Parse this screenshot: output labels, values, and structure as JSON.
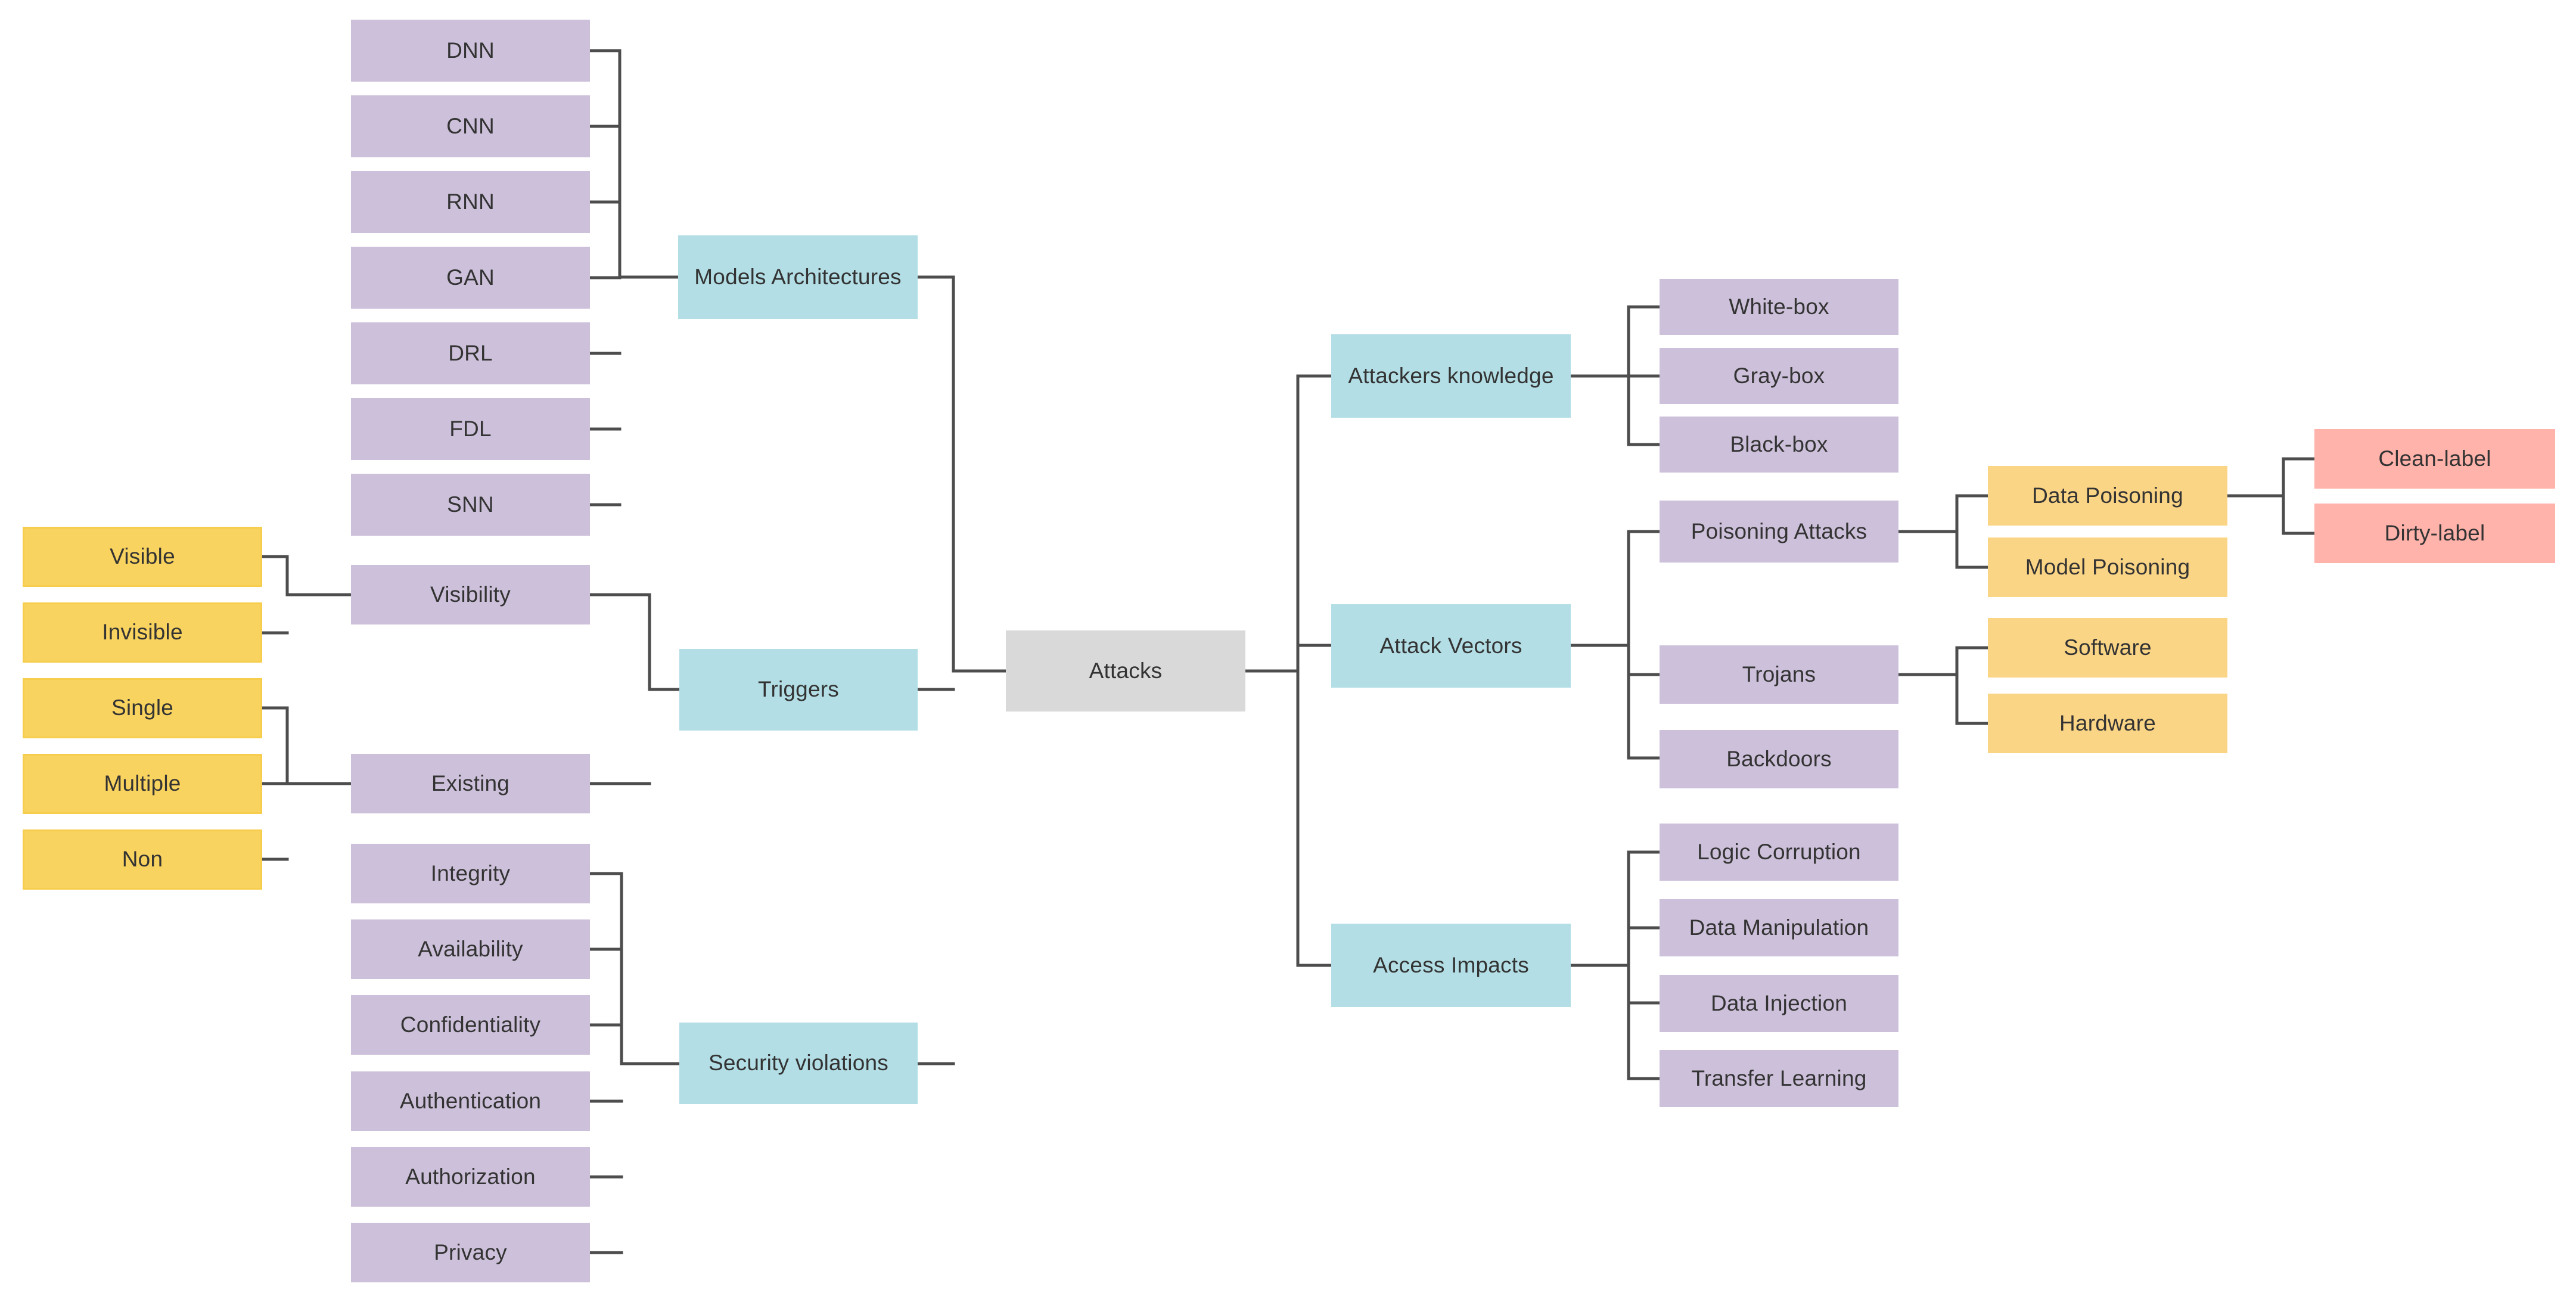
{
  "diagram": {
    "title": "Attacks",
    "type": "taxonomy-tree",
    "orientation": "horizontal-bidirectional",
    "palette": {
      "purple": "#cdc0da",
      "blue": "#b3dee5",
      "gray": "#d9d9d9",
      "yellow": "#f9d35f",
      "yellow_light": "#fbd586",
      "pink": "#ffb3ab",
      "edge": "#4d4d4d",
      "text": "#333333",
      "background": "#ffffff"
    }
  },
  "root": {
    "label": "Attacks"
  },
  "left_branches": [
    {
      "label": "Models Architectures",
      "children": [
        {
          "label": "DNN"
        },
        {
          "label": "CNN"
        },
        {
          "label": "RNN"
        },
        {
          "label": "GAN"
        },
        {
          "label": "DRL"
        },
        {
          "label": "FDL"
        },
        {
          "label": "SNN"
        }
      ]
    },
    {
      "label": "Triggers",
      "children": [
        {
          "label": "Visibility",
          "children": [
            {
              "label": "Visible"
            },
            {
              "label": "Invisible"
            }
          ]
        },
        {
          "label": "Existing",
          "children": [
            {
              "label": "Single"
            },
            {
              "label": "Multiple"
            },
            {
              "label": "Non"
            }
          ]
        }
      ]
    },
    {
      "label": "Security violations",
      "children": [
        {
          "label": "Integrity"
        },
        {
          "label": "Availability"
        },
        {
          "label": "Confidentiality"
        },
        {
          "label": "Authentication"
        },
        {
          "label": "Authorization"
        },
        {
          "label": "Privacy"
        }
      ]
    }
  ],
  "right_branches": [
    {
      "label": "Attackers knowledge",
      "children": [
        {
          "label": "White-box"
        },
        {
          "label": "Gray-box"
        },
        {
          "label": "Black-box"
        }
      ]
    },
    {
      "label": "Attack Vectors",
      "children": [
        {
          "label": "Poisoning Attacks",
          "children": [
            {
              "label": "Data Poisoning",
              "children": [
                {
                  "label": "Clean-label"
                },
                {
                  "label": "Dirty-label"
                }
              ]
            },
            {
              "label": "Model Poisoning"
            }
          ]
        },
        {
          "label": "Trojans",
          "children": [
            {
              "label": "Software"
            },
            {
              "label": "Hardware"
            }
          ]
        },
        {
          "label": "Backdoors"
        }
      ]
    },
    {
      "label": "Access Impacts",
      "children": [
        {
          "label": "Logic Corruption"
        },
        {
          "label": "Data Manipulation"
        },
        {
          "label": "Data Injection"
        },
        {
          "label": "Transfer Learning"
        }
      ]
    }
  ]
}
